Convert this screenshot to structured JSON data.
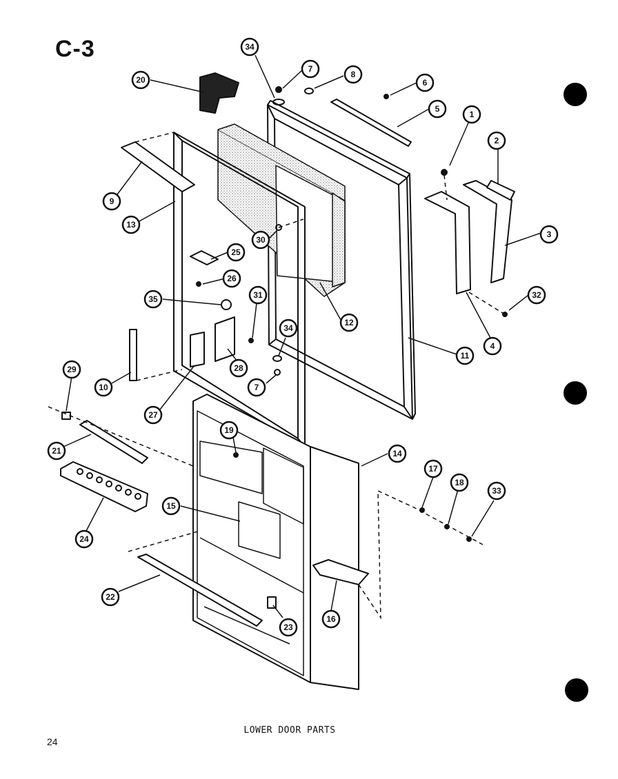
{
  "page": {
    "section_label": "C-3",
    "caption": "LOWER DOOR PARTS",
    "page_number": "24"
  },
  "callouts": [
    "34",
    "7",
    "8",
    "6",
    "5",
    "1",
    "2",
    "3",
    "20",
    "9",
    "13",
    "30",
    "25",
    "26",
    "35",
    "31",
    "12",
    "11",
    "4",
    "32",
    "34",
    "7",
    "28",
    "27",
    "10",
    "29",
    "21",
    "19",
    "14",
    "17",
    "18",
    "33",
    "15",
    "24",
    "16",
    "22",
    "23"
  ]
}
